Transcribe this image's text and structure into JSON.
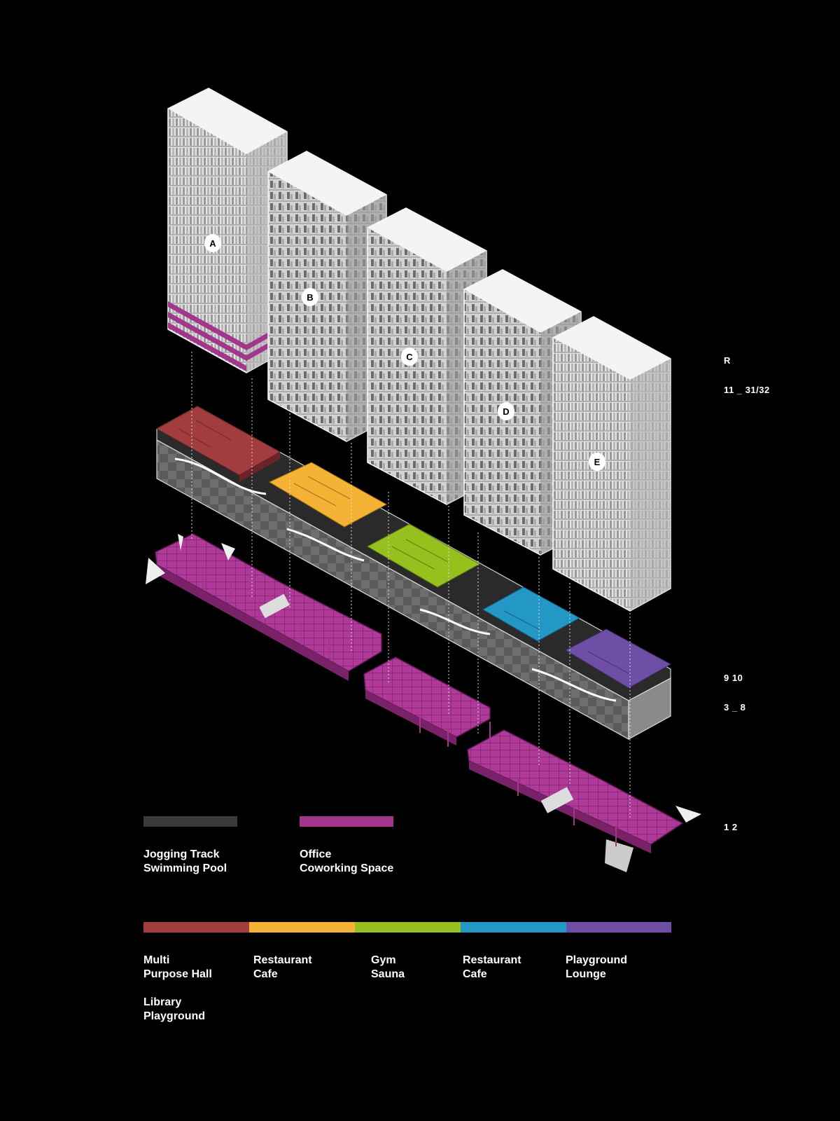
{
  "towers": [
    {
      "id": "A",
      "label": "A"
    },
    {
      "id": "B",
      "label": "B"
    },
    {
      "id": "C",
      "label": "C"
    },
    {
      "id": "D",
      "label": "D"
    },
    {
      "id": "E",
      "label": "E"
    }
  ],
  "levels": {
    "roof": "R",
    "tower_floors": "11 _ 31/32",
    "amenity_floors": "9 10",
    "podium_floors": "3 _ 8",
    "ground_floors": "1 2"
  },
  "legend_top": [
    {
      "color": "#3a3a3a",
      "line1": "Jogging Track",
      "line2": "Swimming Pool"
    },
    {
      "color": "#a2358c",
      "line1": "Office",
      "line2": "Coworking Space"
    }
  ],
  "legend_bottom": [
    {
      "color": "#a13c3f",
      "line1": "Multi",
      "line2": "Purpose Hall",
      "line3": "Library",
      "line4": "Playground"
    },
    {
      "color": "#f5b336",
      "line1": "Restaurant",
      "line2": "Cafe"
    },
    {
      "color": "#95c01e",
      "line1": "Gym",
      "line2": "Sauna"
    },
    {
      "color": "#2397c6",
      "line1": "Restaurant",
      "line2": "Cafe"
    },
    {
      "color": "#6f4ea6",
      "line1": "Playground",
      "line2": "Lounge"
    }
  ]
}
